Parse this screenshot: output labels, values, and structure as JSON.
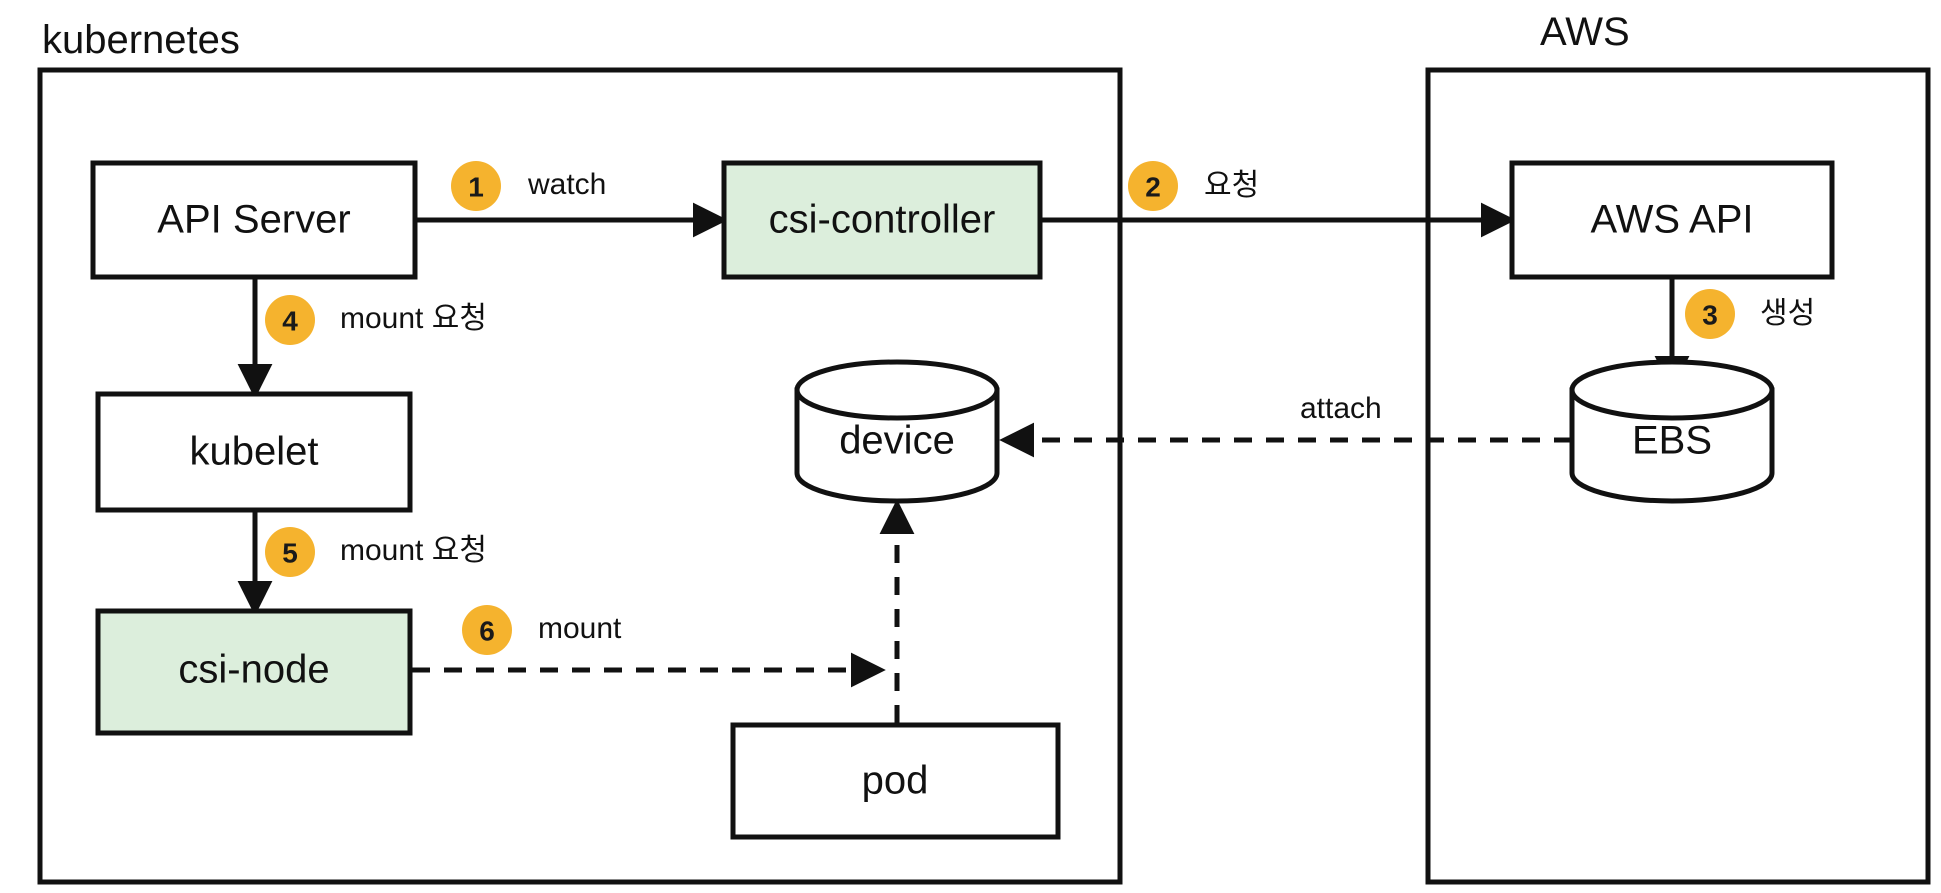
{
  "diagram": {
    "title": "Kubernetes CSI EBS provisioning and mount flow",
    "accent_orange": "#f5b32e",
    "node_green": "#dceedc",
    "stroke_color": "#111111",
    "background": "#ffffff",
    "groups": [
      {
        "id": "kubernetes",
        "label": "kubernetes"
      },
      {
        "id": "aws",
        "label": "AWS"
      }
    ],
    "nodes": [
      {
        "id": "api-server",
        "label": "API Server",
        "shape": "rect",
        "fill": "white",
        "group": "kubernetes"
      },
      {
        "id": "csi-controller",
        "label": "csi-controller",
        "shape": "rect",
        "fill": "green",
        "group": "kubernetes"
      },
      {
        "id": "kubelet",
        "label": "kubelet",
        "shape": "rect",
        "fill": "white",
        "group": "kubernetes"
      },
      {
        "id": "csi-node",
        "label": "csi-node",
        "shape": "rect",
        "fill": "green",
        "group": "kubernetes"
      },
      {
        "id": "device",
        "label": "device",
        "shape": "cylinder",
        "fill": "white",
        "group": "kubernetes"
      },
      {
        "id": "pod",
        "label": "pod",
        "shape": "rect",
        "fill": "white",
        "group": "kubernetes"
      },
      {
        "id": "aws-api",
        "label": "AWS API",
        "shape": "rect",
        "fill": "white",
        "group": "aws"
      },
      {
        "id": "ebs",
        "label": "EBS",
        "shape": "cylinder",
        "fill": "white",
        "group": "aws"
      }
    ],
    "edges": [
      {
        "id": "e1",
        "step": "1",
        "label": "watch",
        "from": "api-server",
        "to": "csi-controller",
        "style": "solid"
      },
      {
        "id": "e2",
        "step": "2",
        "label": "요청",
        "from": "csi-controller",
        "to": "aws-api",
        "style": "solid"
      },
      {
        "id": "e3",
        "step": "3",
        "label": "생성",
        "from": "aws-api",
        "to": "ebs",
        "style": "solid"
      },
      {
        "id": "e4",
        "step": "4",
        "label": "mount 요청",
        "from": "api-server",
        "to": "kubelet",
        "style": "solid"
      },
      {
        "id": "e5",
        "step": "5",
        "label": "mount 요청",
        "from": "kubelet",
        "to": "csi-node",
        "style": "solid"
      },
      {
        "id": "e6",
        "step": "6",
        "label": "mount",
        "from": "csi-node",
        "to": "device",
        "style": "dashed"
      },
      {
        "id": "e7",
        "step": "",
        "label": "attach",
        "from": "ebs",
        "to": "device",
        "style": "dashed"
      },
      {
        "id": "e8",
        "step": "",
        "label": "",
        "from": "pod",
        "to": "device",
        "style": "dashed"
      }
    ]
  }
}
